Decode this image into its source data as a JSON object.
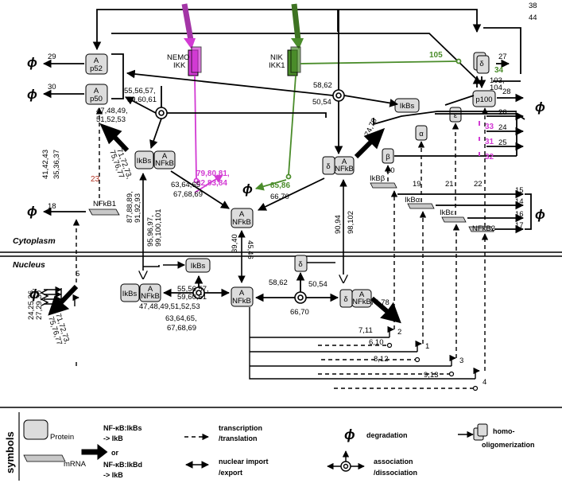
{
  "compartments": {
    "cytoplasm": "Cytoplasm",
    "nucleus": "Nucleus"
  },
  "proteins": {
    "p52": "p52",
    "p50": "p50",
    "p100": "p100",
    "IkBs": "IkBs",
    "NFkB": "NFkB",
    "A": "A",
    "delta": "δ",
    "alpha": "α",
    "epsilon": "ε",
    "beta": "β"
  },
  "kinases": {
    "nemo": [
      "NEMO",
      "IKK"
    ],
    "nik": [
      "NIK",
      "IKK1"
    ]
  },
  "mrna": {
    "NFkB1": "NFkB1",
    "IkBb": "IkBβ",
    "IkBa": "IkBα",
    "IkBe": "IkBε",
    "NFkB2": "NFkB2"
  },
  "reactions": {
    "r38": "38",
    "r44": "44",
    "r29": "29",
    "r30": "30",
    "r27": "27",
    "r34": "34",
    "r103": "103,",
    "r104": "104",
    "r105": "105",
    "r28": "28",
    "r26": "26",
    "r33": "33",
    "r24": "24",
    "r31": "31",
    "r25": "25",
    "r32": "32",
    "r55c1": "55,56,57,",
    "r55c2": "59,60,61",
    "r47c1": "47,48,49,",
    "r47c2": "51,52,53",
    "r58c": "58,62",
    "r50c": "50,54",
    "r71c1": "71,72,73,",
    "r71c2": "75,76,77",
    "r74c": "74,78",
    "r79a": "79,80,81,",
    "r79b": "82,83,84",
    "r85": "85,86",
    "r63c1": "63,64,65",
    "r63c2": "67,68,69",
    "r66c": "66,70",
    "r23": "23",
    "r41": "41,42,43",
    "r35": "35,36,37",
    "r18": "18",
    "r20": "20",
    "r19": "19",
    "r21": "21",
    "r22": "22",
    "r15": "15",
    "r14": "14",
    "r16": "16",
    "r17": "17",
    "r87a": "87,88,89,",
    "r87b": "91,92,93",
    "r95a": "95,96,97,",
    "r95b": "99,100,101",
    "r39": "39,40",
    "r45": "45,46",
    "r90": "90,94",
    "r98": "98,102",
    "r24n": "24,25,26,",
    "r27n": "27,29,30",
    "r5": "5",
    "r55n1": "55,56,57,",
    "r55n2": "59,60,61",
    "r47n": "47,48,49,51,52,53",
    "r63n1": "63,64,65,",
    "r63n2": "67,68,69",
    "r71n1": "71,72,73,",
    "r71n2": "75,76,77",
    "r58n": "58,62",
    "r50n": "50,54",
    "r74n": "74,78",
    "r66n": "66,70",
    "r7": "7,11",
    "r2": "2",
    "r6": "6,10",
    "r1": "1",
    "r8": "8,12",
    "r3": "3",
    "r9": "9,13",
    "r4": "4"
  },
  "legend": {
    "title": "symbols",
    "protein": "Protein",
    "mrna": "mRNA",
    "nfkb_ikbs_1": "NF-κB:IkBs",
    "nfkb_ikbs_2": "-> IkB",
    "or": "or",
    "nfkb_ikbd_1": "NF-κB:IkBd",
    "nfkb_ikbd_2": "-> IkB",
    "transcription_1": "transcription",
    "transcription_2": "/translation",
    "import_1": "nuclear import",
    "import_2": "/export",
    "degradation": "degradation",
    "assoc_1": "association",
    "assoc_2": "/dissociation",
    "homo_1": "homo-",
    "homo_2": "oligomerization"
  },
  "colors": {
    "magenta": "#d23ad3",
    "green": "#4a8c2a",
    "protein_fill": "#dcdcdc",
    "red_label": "#b03020"
  }
}
